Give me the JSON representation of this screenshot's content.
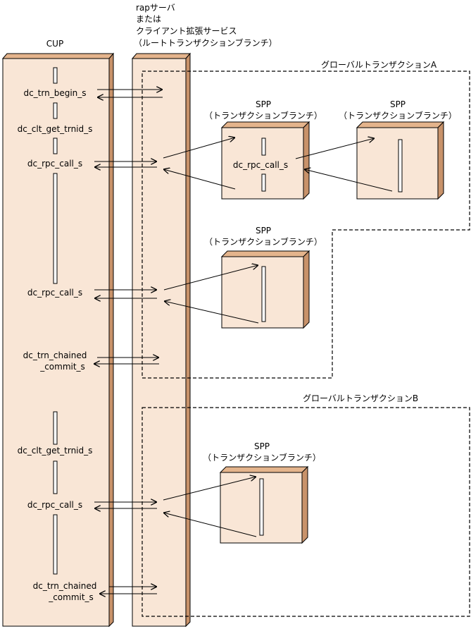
{
  "colors": {
    "box_face": "#f9e6d6",
    "box_side": "#c8926a",
    "box_top": "#e4b48c",
    "line": "#000000"
  },
  "lifelines": {
    "cup": {
      "label": "CUP"
    },
    "rap": {
      "label_lines": [
        "rapサーバ",
        "または",
        "クライアント拡張サービス",
        "（ルートトランザクションブランチ）"
      ]
    }
  },
  "transactions": {
    "a": {
      "label": "グローバルトランザクションA"
    },
    "b": {
      "label": "グローバルトランザクションB"
    }
  },
  "spp_boxes": [
    {
      "title": "SPP",
      "subtitle": "（トランザクションブランチ）",
      "call_label": "dc_rpc_call_s"
    },
    {
      "title": "SPP",
      "subtitle": "（トランザクションブランチ）"
    },
    {
      "title": "SPP",
      "subtitle": "（トランザクションブランチ）"
    },
    {
      "title": "SPP",
      "subtitle": "（トランザクションブランチ）"
    }
  ],
  "cup_calls": [
    {
      "lines": [
        "dc_trn_begin_s"
      ]
    },
    {
      "lines": [
        "dc_clt_get_trnid_s"
      ]
    },
    {
      "lines": [
        "dc_rpc_call_s"
      ]
    },
    {
      "lines": [
        "dc_rpc_call_s"
      ]
    },
    {
      "lines": [
        "dc_trn_chained",
        "_commit_s"
      ]
    },
    {
      "lines": [
        "dc_clt_get_trnid_s"
      ]
    },
    {
      "lines": [
        "dc_rpc_call_s"
      ]
    },
    {
      "lines": [
        "dc_trn_chained",
        "_commit_s"
      ]
    }
  ]
}
